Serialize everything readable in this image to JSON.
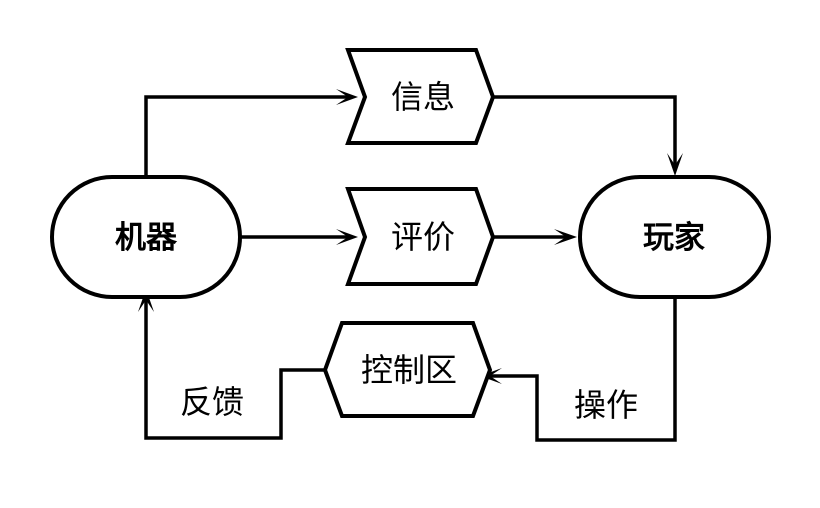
{
  "nodes": {
    "machine": "机器",
    "player": "玩家"
  },
  "flags": {
    "info": "信息",
    "evaluation": "评价",
    "control": "控制区"
  },
  "edge_labels": {
    "operation": "操作",
    "feedback": "反馈"
  }
}
